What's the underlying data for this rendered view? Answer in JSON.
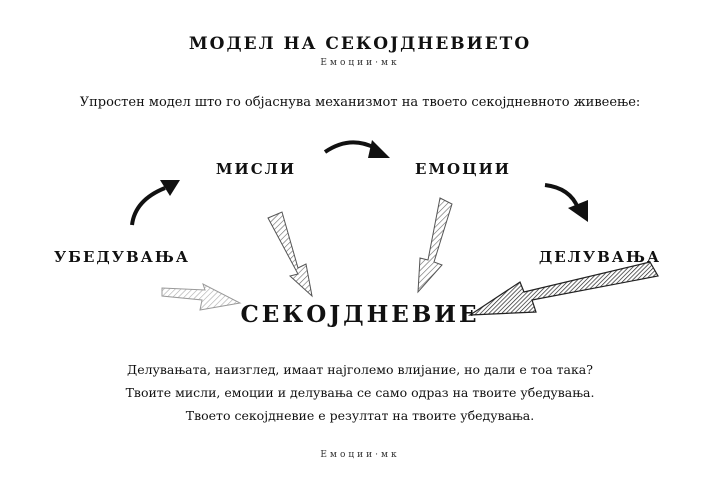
{
  "title": "МОДЕЛ НА СЕКОЈДНЕВИЕТО",
  "brand": "Емоции·мк",
  "intro": "Упростен модел што го објаснува механизмот на твоето секојдневното живеење:",
  "nodes": {
    "misli": "МИСЛИ",
    "emocii": "ЕМОЦИИ",
    "ubeduvanja": "УБЕДУВАЊА",
    "deluvanja": "ДЕЛУВАЊА",
    "sekojdnevie": "СЕКОЈДНЕВИЕ"
  },
  "body": [
    "Делувањата, наизглед, имаат најголемо влијание, но дали е тоа така?",
    "Твоите мисли, емоции и делувања се само одраз на твоите убедувања.",
    "Твоето секојдневие е резултат на твоите убедувања."
  ],
  "footer": "Емоции·мк",
  "colors": {
    "ink": "#111111",
    "arrow_light": "#aaaaaa",
    "arrow_mid": "#888888",
    "arrow_dark": "#333333"
  }
}
